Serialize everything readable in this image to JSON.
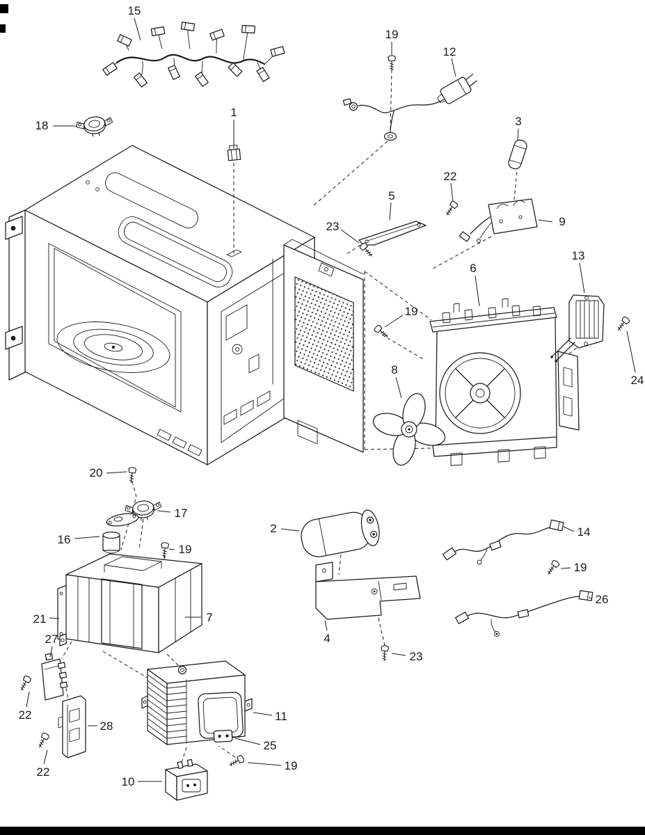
{
  "page": {
    "paper": "#ffffff",
    "ink": "#1a1a1a",
    "scan_bar": "#000000"
  },
  "diagram": {
    "kind": "exploded-parts-diagram",
    "callouts": [
      {
        "label": "15"
      },
      {
        "label": "19"
      },
      {
        "label": "12"
      },
      {
        "label": "18"
      },
      {
        "label": "1"
      },
      {
        "label": "3"
      },
      {
        "label": "22"
      },
      {
        "label": "5"
      },
      {
        "label": "23"
      },
      {
        "label": "9"
      },
      {
        "label": "13"
      },
      {
        "label": "6"
      },
      {
        "label": "19"
      },
      {
        "label": "8"
      },
      {
        "label": "24"
      },
      {
        "label": "20"
      },
      {
        "label": "17"
      },
      {
        "label": "16"
      },
      {
        "label": "19"
      },
      {
        "label": "2"
      },
      {
        "label": "14"
      },
      {
        "label": "19"
      },
      {
        "label": "21"
      },
      {
        "label": "7"
      },
      {
        "label": "26"
      },
      {
        "label": "27"
      },
      {
        "label": "4"
      },
      {
        "label": "23"
      },
      {
        "label": "22"
      },
      {
        "label": "28"
      },
      {
        "label": "11"
      },
      {
        "label": "25"
      },
      {
        "label": "22"
      },
      {
        "label": "19"
      },
      {
        "label": "10"
      }
    ]
  }
}
